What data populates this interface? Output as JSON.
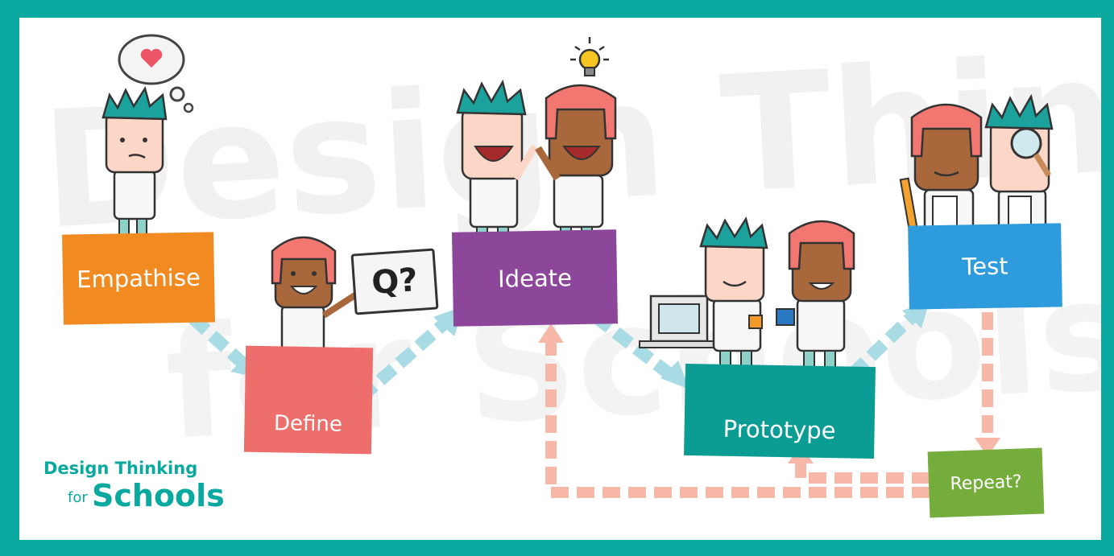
{
  "stages": {
    "empathise": "Empathise",
    "define": "Define",
    "ideate": "Ideate",
    "prototype": "Prototype",
    "test": "Test",
    "repeat": "Repeat?"
  },
  "question_sign": "Q?",
  "brand": {
    "line1": "Design Thinking",
    "for": "for",
    "schools": "Schools"
  },
  "watermark": {
    "line1": "Design Thinking",
    "line2": "for Schools"
  },
  "colors": {
    "frame": "#0aa99f",
    "empathise": "#f18a20",
    "define": "#ee6e6b",
    "ideate": "#8c469a",
    "prototype": "#0b9c94",
    "test": "#2e9bdd",
    "repeat": "#74ad3c",
    "forward_arrow": "#a9dbe4",
    "loop_arrow": "#f7b8aa"
  }
}
